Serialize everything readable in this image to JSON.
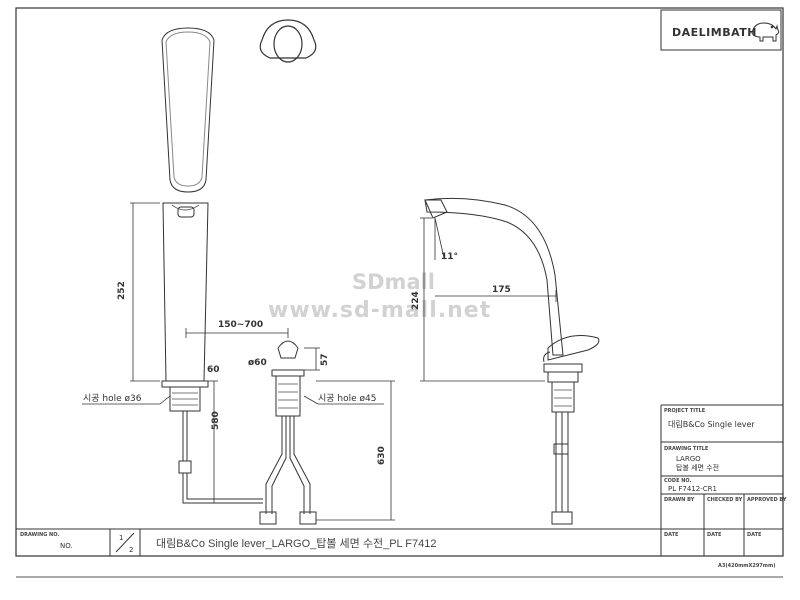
{
  "brand": {
    "name": "DAELIMBATH"
  },
  "watermark": {
    "line1": "SDmall",
    "line2": "www.sd-mall.net"
  },
  "dimensions": {
    "height_252": "252",
    "spacing": "150~700",
    "height_60": "60",
    "diameter_60": "ø60",
    "height_57": "57",
    "height_580": "580",
    "height_630": "630",
    "height_224": "224",
    "reach_175": "175",
    "angle_11": "11°"
  },
  "notes": {
    "hole_36": "시공 hole ø36",
    "hole_45": "시공 hole ø45"
  },
  "title_block": {
    "project_title_label": "PROJECT TITLE",
    "project_title": "대림B&Co  Single lever",
    "drawing_title_label": "DRAWING TITLE",
    "drawing_title_1": "LARGO",
    "drawing_title_2": "탑볼 세면 수전",
    "code_no_label": "CODE NO.",
    "code_no": "PL F7412-CR1",
    "drawn_by": "DRAWN BY",
    "checked_by": "CHECKED BY",
    "approved_by": "APPROVED BY",
    "date_1": "DATE",
    "date_2": "DATE",
    "date_3": "DATE"
  },
  "bottom_bar": {
    "drawing_no_label": "DRAWING NO.",
    "no_label": "NO.",
    "sheet_1": "1",
    "sheet_2": "2",
    "description": "대림B&Co  Single  lever_LARGO_탑볼  세면  수전_PL  F7412",
    "paper_size": "A3(420mmX297mm)"
  }
}
